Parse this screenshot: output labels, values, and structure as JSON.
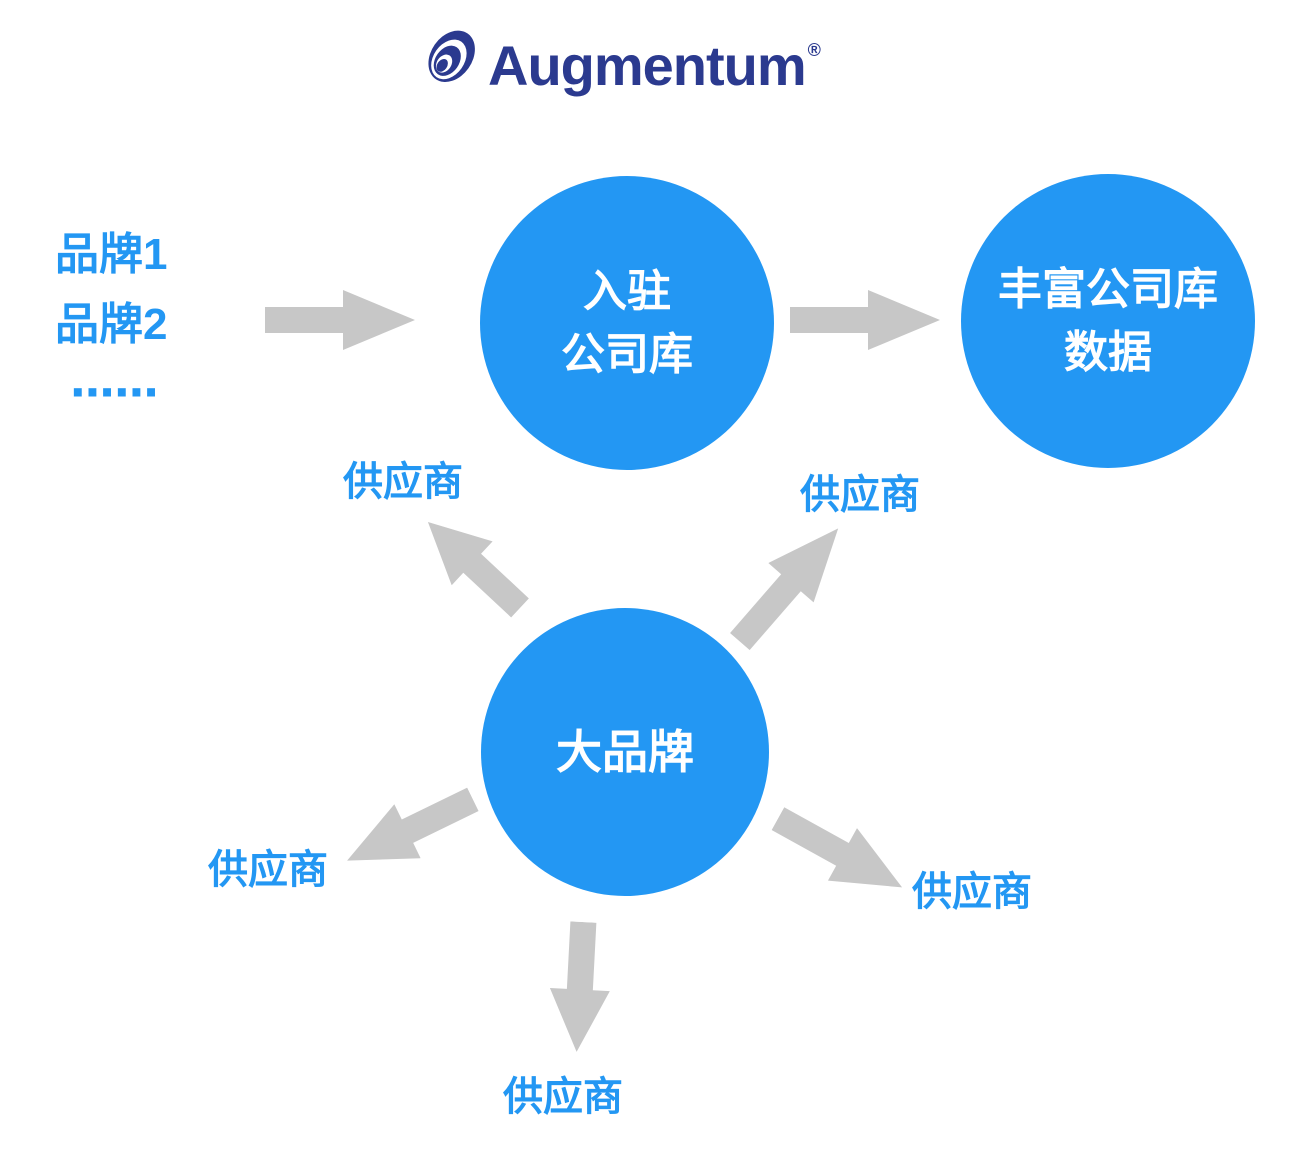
{
  "colors": {
    "primary_blue": "#2397F3",
    "arrow_gray": "#C7C7C7",
    "logo_navy": "#2B3A8F",
    "node_text_white": "#FFFFFF",
    "background_white": "#FFFFFF"
  },
  "logo": {
    "brand": "Augmentum",
    "registered_mark": "®",
    "icon": "augmentum-swirl-icon"
  },
  "brand_list": {
    "item1": "品牌1",
    "item2": "品牌2",
    "ellipsis": "······"
  },
  "nodes": {
    "join_library": {
      "line1": "入驻",
      "line2": "公司库"
    },
    "enrich_library": {
      "line1": "丰富公司库",
      "line2": "数据"
    },
    "big_brand": {
      "line1": "大品牌"
    }
  },
  "supplier_labels": {
    "top_left": "供应商",
    "top_right": "供应商",
    "bottom_left": "供应商",
    "bottom_right": "供应商",
    "bottom": "供应商"
  },
  "edges": [
    {
      "from": "brand-list",
      "to": "join_library",
      "style": "gray-block-arrow"
    },
    {
      "from": "join_library",
      "to": "enrich_library",
      "style": "gray-block-arrow"
    },
    {
      "from": "big_brand",
      "to": "supplier-top-left",
      "style": "gray-block-arrow"
    },
    {
      "from": "big_brand",
      "to": "supplier-top-right",
      "style": "gray-block-arrow"
    },
    {
      "from": "big_brand",
      "to": "supplier-bottom-left",
      "style": "gray-block-arrow"
    },
    {
      "from": "big_brand",
      "to": "supplier-bottom-right",
      "style": "gray-block-arrow"
    },
    {
      "from": "big_brand",
      "to": "supplier-bottom",
      "style": "gray-block-arrow"
    }
  ]
}
